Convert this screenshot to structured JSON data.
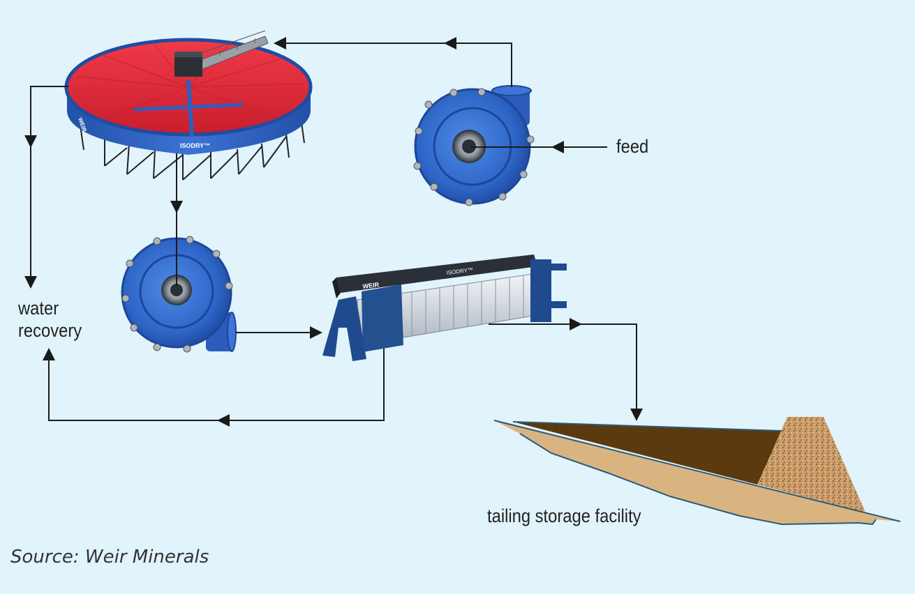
{
  "labels": {
    "feed": "feed",
    "water_recovery_line1": "water",
    "water_recovery_line2": "recovery",
    "tailing_storage": "tailing storage facility",
    "source": "Source: Weir Minerals"
  },
  "equipment_text": {
    "thickener_brand": "ISODRY™",
    "thickener_tag": "WEIR",
    "filter_press_brand": "ISODRY™",
    "filter_press_tag": "WEIR"
  },
  "colors": {
    "background": "#e1f3fb",
    "pump_blue": "#2e66c8",
    "thickener_red": "#e02838",
    "thickener_blue": "#2f63c0",
    "arrow": "#1a1a1a",
    "tailings_dark": "#5a3a0e",
    "tailings_light": "#d9b481",
    "dam_fill": "#b8895a"
  },
  "icons": {
    "thickener": "thickener-tank-icon",
    "feed_pump": "slurry-pump-icon",
    "filter_pump": "slurry-pump-icon",
    "filter_press": "filter-press-icon",
    "tailings": "tailing-dam-icon"
  }
}
